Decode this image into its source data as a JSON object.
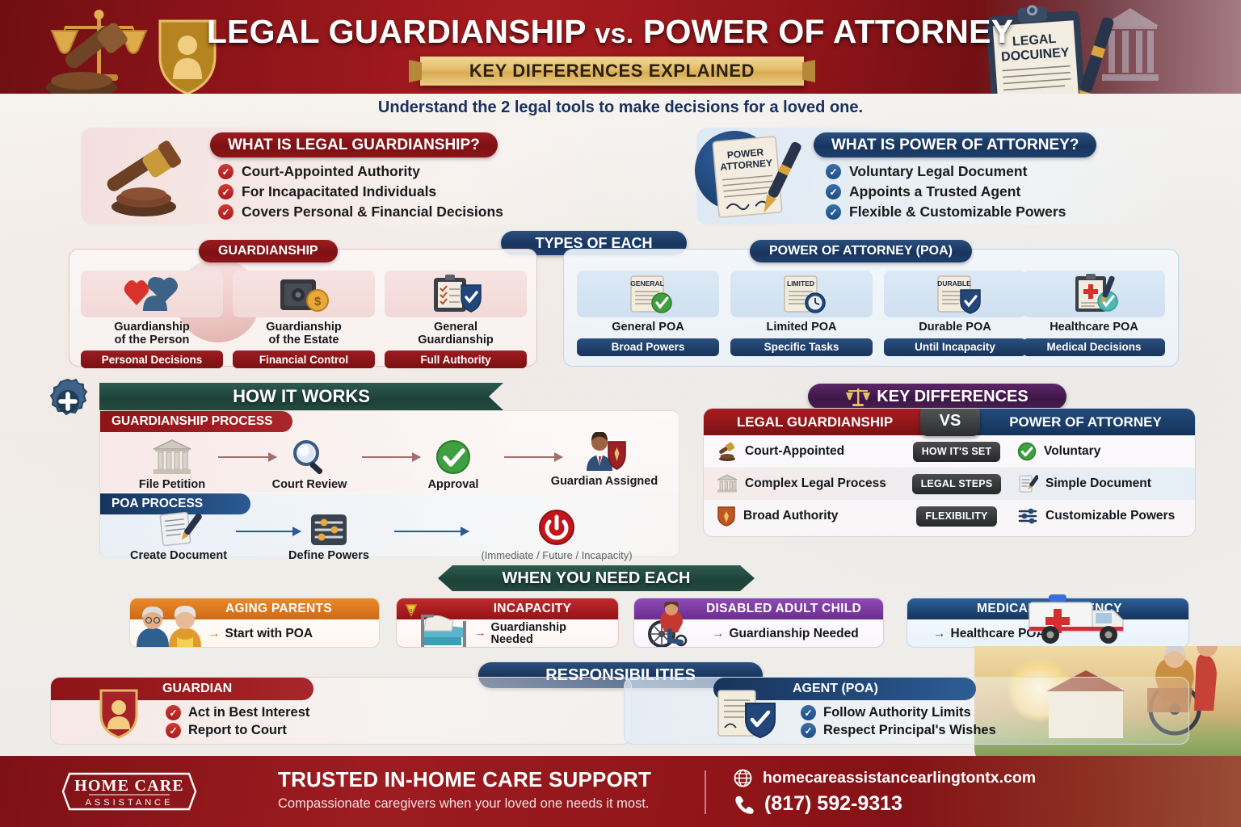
{
  "header": {
    "title_main": "LEGAL GUARDIANSHIP",
    "title_vs": "vs.",
    "title_sub": "POWER OF ATTORNEY",
    "ribbon": "KEY DIFFERENCES EXPLAINED",
    "subtitle": "Understand the 2 legal tools to make decisions for a loved one.",
    "clipboard_line1": "LEGAL",
    "clipboard_line2": "DOCUINEY"
  },
  "definitions": {
    "guardianship": {
      "heading": "WHAT IS LEGAL GUARDIANSHIP?",
      "items": [
        "Court-Appointed Authority",
        "For Incapacitated Individuals",
        "Covers Personal & Financial Decisions"
      ]
    },
    "poa": {
      "heading": "WHAT IS POWER OF ATTORNEY?",
      "badge_line1": "POWER",
      "badge_line2": "ATTORNEY",
      "items": [
        "Voluntary Legal Document",
        "Appoints a Trusted Agent",
        "Flexible & Customizable Powers"
      ]
    }
  },
  "types": {
    "section_title": "TYPES OF EACH",
    "guardianship": {
      "title": "GUARDIANSHIP",
      "cards": [
        {
          "icon": "heart-person-icon",
          "label_line1": "Guardianship",
          "label_line2": "of the Person",
          "badge": "Personal Decisions"
        },
        {
          "icon": "safe-coin-icon",
          "label_line1": "Guardianship",
          "label_line2": "of the Estate",
          "badge": "Financial Control"
        },
        {
          "icon": "clipboard-shield-icon",
          "label_line1": "General",
          "label_line2": "Guardianship",
          "badge": "Full Authority"
        }
      ]
    },
    "poa": {
      "title": "POWER OF ATTORNEY (POA)",
      "cards": [
        {
          "icon": "document-check-icon",
          "doc_tag": "GENERAL",
          "label": "General POA",
          "badge": "Broad Powers"
        },
        {
          "icon": "document-clock-icon",
          "doc_tag": "LIMITED",
          "label": "Limited POA",
          "badge": "Specific Tasks"
        },
        {
          "icon": "document-shield-icon",
          "doc_tag": "DURABLE",
          "label": "Durable POA",
          "badge": "Until Incapacity"
        },
        {
          "icon": "medical-clipboard-icon",
          "doc_tag": "",
          "label": "Healthcare POA",
          "badge": "Medical Decisions"
        }
      ]
    }
  },
  "how_it_works": {
    "section_title": "HOW IT WORKS",
    "guardianship_process": {
      "label": "GUARDIANSHIP PROCESS",
      "steps": [
        {
          "icon": "courthouse-icon",
          "label": "File Petition"
        },
        {
          "icon": "magnifier-icon",
          "label": "Court Review"
        },
        {
          "icon": "green-check-icon",
          "label": "Approval"
        },
        {
          "icon": "guardian-person-icon",
          "label": "Guardian Assigned"
        }
      ]
    },
    "poa_process": {
      "label": "POA PROCESS",
      "steps": [
        {
          "icon": "document-pen-icon",
          "label": "Create Document"
        },
        {
          "icon": "sliders-icon",
          "label": "Define Powers"
        },
        {
          "icon": "power-button-icon",
          "label": "(Immediate / Future / Incapacity)"
        }
      ]
    }
  },
  "key_differences": {
    "section_title": "KEY DIFFERENCES",
    "col_left": "LEGAL GUARDIANSHIP",
    "vs": "VS",
    "col_right": "POWER OF ATTORNEY",
    "rows": [
      {
        "left_icon": "gavel-icon",
        "left": "Court-Appointed",
        "tag": "HOW IT'S SET",
        "right_icon": "green-check-icon",
        "right": "Voluntary"
      },
      {
        "left_icon": "courthouse-icon",
        "left": "Complex Legal Process",
        "tag": "LEGAL STEPS",
        "right_icon": "document-pen-icon",
        "right": "Simple Document"
      },
      {
        "left_icon": "shield-icon",
        "left": "Broad Authority",
        "tag": "FLEXIBILITY",
        "right_icon": "sliders-icon",
        "right": "Customizable Powers"
      }
    ]
  },
  "when_you_need": {
    "section_title": "WHEN YOU NEED EACH",
    "cards": [
      {
        "icon": "elderly-couple-icon",
        "title": "AGING PARENTS",
        "arrow": "→",
        "text": "Start with POA",
        "accent": "#d9711b"
      },
      {
        "icon": "hospital-bed-icon",
        "title": "INCAPACITY",
        "arrow": "→",
        "text": "Guardianship Needed",
        "accent": "#b52026"
      },
      {
        "icon": "wheelchair-person-icon",
        "title": "DISABLED ADULT CHILD",
        "arrow": "→",
        "text": "Guardianship Needed",
        "accent": "#7b3da0"
      },
      {
        "icon": "ambulance-icon",
        "title": "MEDICAL EMERGENCY",
        "arrow": "→",
        "text": "Healthcare POA",
        "accent": "#17467e"
      }
    ]
  },
  "responsibilities": {
    "section_title": "RESPONSIBILITIES",
    "guardian": {
      "title": "GUARDIAN",
      "icon": "guardian-shield-icon",
      "items": [
        "Act in Best Interest",
        "Report to Court"
      ]
    },
    "agent": {
      "title": "AGENT (POA)",
      "icon": "document-shield-icon",
      "items": [
        "Follow Authority Limits",
        "Respect Principal's Wishes"
      ]
    }
  },
  "footer": {
    "logo_line1": "HOME CARE",
    "logo_line2": "ASSISTANCE",
    "tagline": "TRUSTED IN-HOME CARE SUPPORT",
    "subtagline": "Compassionate caregivers when your loved one needs it most.",
    "website": "homecareassistancearlingtontx.com",
    "phone": "(817) 592-9313"
  },
  "colors": {
    "brand_red": "#9d1c20",
    "brand_navy": "#17355e",
    "accent_gold": "#e3bc6a",
    "green": "#24493f",
    "purple": "#4a1d54"
  }
}
